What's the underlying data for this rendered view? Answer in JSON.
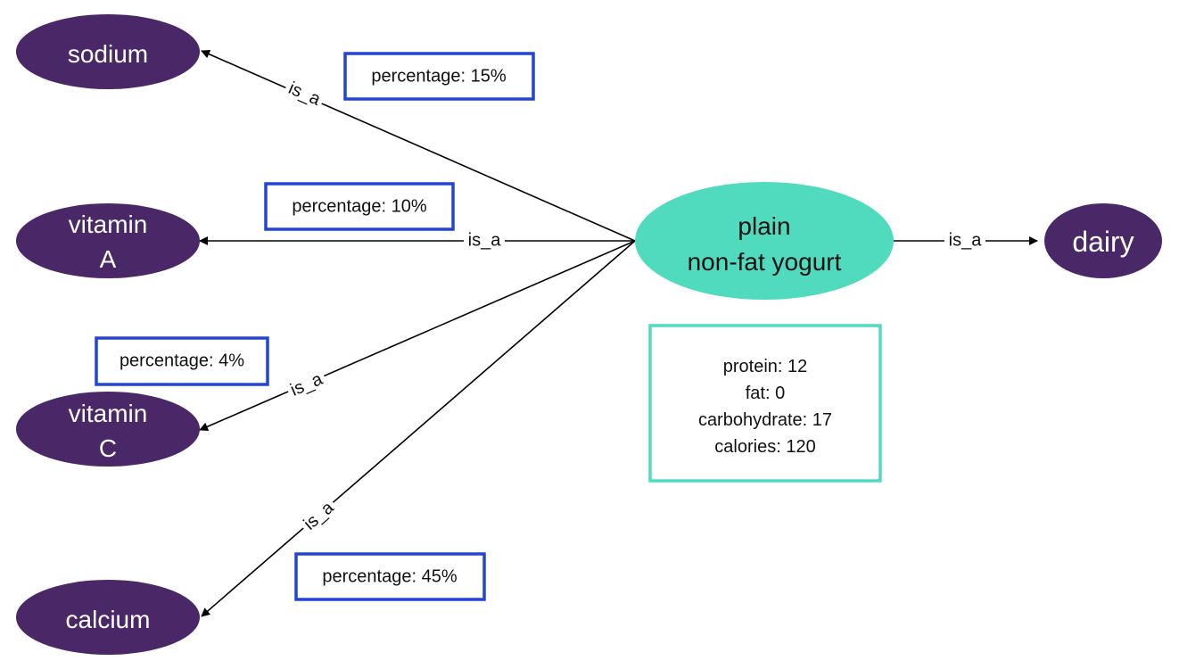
{
  "colors": {
    "nutrient_node": "#4a2766",
    "center_node": "#50dbbf",
    "dairy_node": "#4a2766",
    "percentage_border": "#2344d4",
    "nutrition_border": "#50dbbf",
    "edge": "#000000"
  },
  "center": {
    "label_line1": "plain",
    "label_line2": "non-fat yogurt"
  },
  "dairy": {
    "label": "dairy",
    "edge_label": "is_a"
  },
  "nutrients": [
    {
      "label_line1": "sodium",
      "label_line2": "",
      "edge_label": "is_a",
      "percentage": "percentage: 15%"
    },
    {
      "label_line1": "vitamin",
      "label_line2": "A",
      "edge_label": "is_a",
      "percentage": "percentage: 10%"
    },
    {
      "label_line1": "vitamin",
      "label_line2": "C",
      "edge_label": "is_a",
      "percentage": "percentage: 4%"
    },
    {
      "label_line1": "calcium",
      "label_line2": "",
      "edge_label": "is_a",
      "percentage": "percentage: 45%"
    }
  ],
  "nutrition_facts": [
    "protein: 12",
    "fat: 0",
    "carbohydrate: 17",
    "calories: 120"
  ]
}
